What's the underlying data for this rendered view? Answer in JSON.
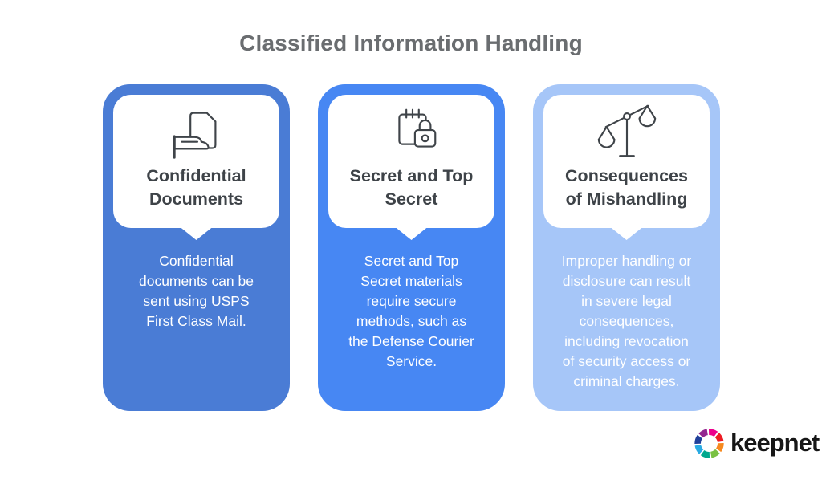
{
  "header": {
    "title": "Classified Information Handling"
  },
  "cards": [
    {
      "heading": "Confidential\nDocuments",
      "body": "Confidential\ndocuments can be\nsent using USPS\nFirst Class Mail.",
      "bg": "#4a7cd5",
      "icon": "document-mail-icon"
    },
    {
      "heading": "Secret and Top\nSecret",
      "body": "Secret and Top\nSecret materials\nrequire secure\nmethods, such as\nthe Defense Courier\nService.",
      "bg": "#4787f3",
      "icon": "notebook-lock-icon"
    },
    {
      "heading": "Consequences\nof Mishandling",
      "body": "Improper handling or\ndisclosure can result\nin severe legal\nconsequences,\nincluding revocation\nof security access or\ncriminal charges.",
      "bg": "#a6c6f8",
      "icon": "scales-of-justice-icon"
    }
  ],
  "colors": {
    "title_text": "#6a6d70",
    "heading_text": "#3e4348",
    "body_text": "#ffffff",
    "icon_stroke": "#3f4449"
  },
  "logo": {
    "text": "keepnet",
    "segment_colors": [
      "#f6891f",
      "#7ac143",
      "#00a88e",
      "#29aae2",
      "#20409a",
      "#92278f",
      "#ec008c",
      "#ed1c24"
    ]
  }
}
